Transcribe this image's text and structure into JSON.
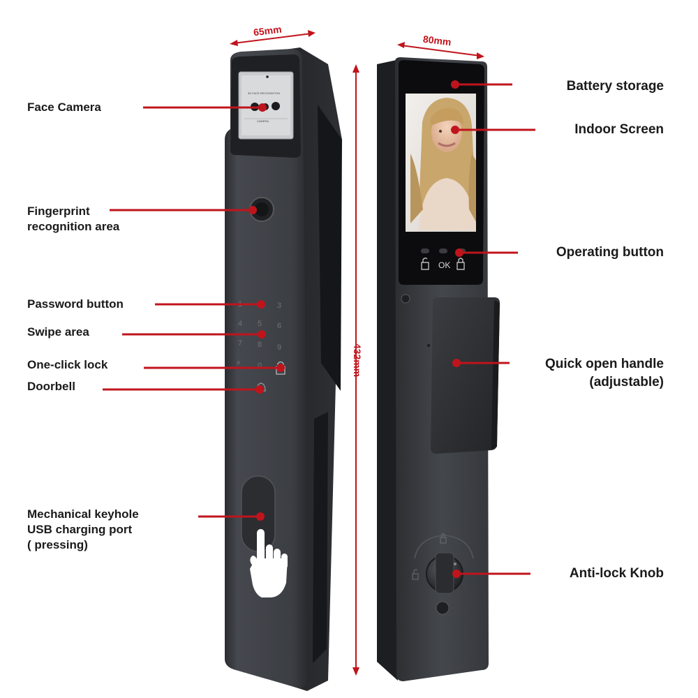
{
  "colors": {
    "accent": "#c0141c",
    "lock_body": "#3a3d42",
    "text": "#1a1a1a"
  },
  "dimensions": {
    "width_front": "65mm",
    "width_back": "80mm",
    "height": "432mm"
  },
  "front_panel": {
    "camera_chip_top": "3D FACE RECOGNITION",
    "camera_chip_bottom": "CAMERA",
    "keypad": [
      [
        "1",
        "2",
        "3"
      ],
      [
        "4",
        "5",
        "6"
      ],
      [
        "7",
        "8",
        "9"
      ],
      [
        "#",
        "0",
        ""
      ]
    ],
    "hand_icon": "pointing-hand-icon"
  },
  "back_panel": {
    "ok_label": "OK",
    "left_icon": "unlock-icon",
    "right_icon": "lock-icon"
  },
  "left_labels": {
    "face_camera": "Face Camera",
    "fingerprint_line1": "Fingerprint",
    "fingerprint_line2": "recognition area",
    "password_button": "Password button",
    "swipe_area": "Swipe area",
    "one_click_lock": "One-click lock",
    "doorbell": "Doorbell",
    "keyhole_line1": "Mechanical keyhole",
    "keyhole_line2": "USB charging port",
    "keyhole_line3": "( pressing)"
  },
  "right_labels": {
    "battery_storage": "Battery storage",
    "indoor_screen": "Indoor Screen",
    "operating_button": "Operating button",
    "handle_line1": "Quick open handle",
    "handle_line2": "(adjustable)",
    "anti_lock_knob": "Anti-lock Knob"
  }
}
